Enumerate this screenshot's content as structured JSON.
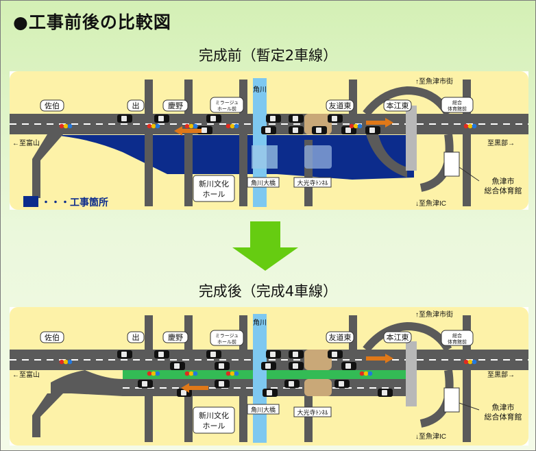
{
  "title": "●工事前後の比較図",
  "before": {
    "caption": "完成前（暫定2車線）",
    "legend_text": "・・・工事箇所",
    "labels": {
      "saeki": "佐伯",
      "de": "出",
      "keino": "慶野",
      "mirage1": "ミラージュ",
      "mirage2": "ホール前",
      "tsunokawa": "角川",
      "yudohigashi": "友道東",
      "honehigashi": "本江東",
      "gym_short1": "総合",
      "gym_short2": "体育館前",
      "to_toyama": "←至富山",
      "to_kurobe": "至黒部→",
      "to_uozu_city": "↑至魚津市街",
      "to_uozu_ic": "↓至魚津IC",
      "shinkawa1": "新川文化",
      "shinkawa2": "ホール",
      "tsunokawa_bridge": "角川大橋",
      "daikoji_tunnel": "大光寺ﾄﾝﾈﾙ",
      "gym1": "魚津市",
      "gym2": "総合体育館"
    }
  },
  "after": {
    "caption": "完成後（完成4車線）",
    "labels": {
      "saeki": "佐伯",
      "de": "出",
      "keino": "慶野",
      "mirage1": "ミラージュ",
      "mirage2": "ホール前",
      "tsunokawa": "角川",
      "yudohigashi": "友道東",
      "honehigashi": "本江東",
      "gym_short1": "総合",
      "gym_short2": "体育館前",
      "to_toyama": "←至富山",
      "to_kurobe": "至黒部→",
      "to_uozu_city": "↑至魚津市街",
      "to_uozu_ic": "↓至魚津IC",
      "shinkawa1": "新川文化",
      "shinkawa2": "ホール",
      "tsunokawa_bridge": "角川大橋",
      "daikoji_tunnel": "大光寺ﾄﾝﾈﾙ",
      "gym1": "魚津市",
      "gym2": "総合体育館"
    }
  },
  "colors": {
    "ground": "#fdf2a8",
    "road": "#5a5a5a",
    "road_lighter": "#6a6a6a",
    "construction": "#0c2c8c",
    "river": "#7ec8f0",
    "median": "#33bb55",
    "tunnel": "#c9a878",
    "arrow": "#e07818",
    "transition_arrow": "#66cc11",
    "label_border": "#333333"
  }
}
